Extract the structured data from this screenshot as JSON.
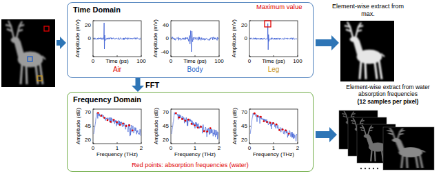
{
  "diagram": {
    "nodes": [
      {
        "text": [
          "Time Domain"
        ]
      },
      {
        "text": [
          "Frequency Domain"
        ]
      }
    ],
    "edges": [
      {
        "from": 0,
        "to": 1,
        "arrow": "to",
        "label": "FFT"
      }
    ],
    "labels": [
      "Maximum value",
      "Amplitude (mV)",
      "20",
      "0",
      "0",
      "Time (ps)",
      "100",
      "Air",
      "Amplitude (mV)",
      "40",
      "0",
      "-40",
      "0",
      "Time (ps)",
      "100",
      "Body",
      "Amplitude (mV)",
      "20",
      "0",
      "0",
      "Time (ps)",
      "100",
      "Leg",
      "Element-wise extract from max.",
      "Amplitude (dB)",
      "70",
      "45",
      "20",
      "0",
      "1",
      "2",
      "Frequency (THz)",
      "Amplitude (dB)",
      "70",
      "45",
      "20",
      "0",
      "1",
      "2",
      "Frequency (THz)",
      "Amplitude (dB)",
      "70",
      "45",
      "20",
      "0",
      "1",
      "2",
      "Frequency (THz)",
      "Red points: absorption frequencies (water)",
      "Element-wise extract from water absorption frequencies",
      "(12 samples per pixel)"
    ]
  }
}
